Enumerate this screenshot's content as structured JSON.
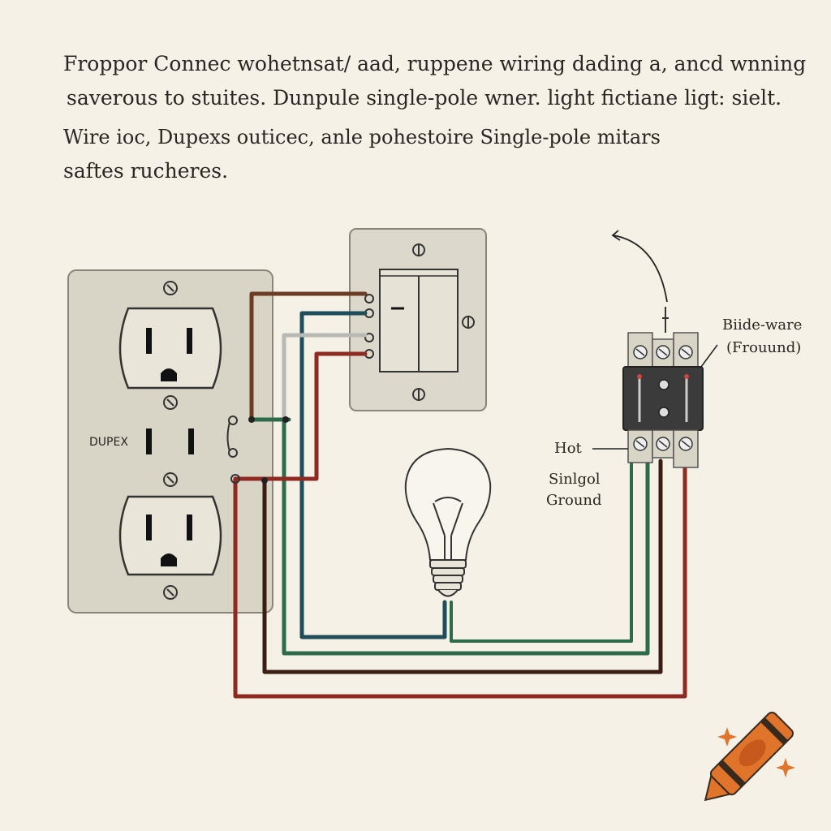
{
  "intro": {
    "line1": "Froppor Connec wohetnsat/ aad, ruppene wiring dading a, ancd wnning",
    "line2": "saverous to stuites. Dunpule single-pole wner. light fictiane ligt: sielt.",
    "line3": "Wire ioc, Dupexs outicec, anle pohestoire Single-pole mitars",
    "line4": "saftes rucheres."
  },
  "labels": {
    "outlet": "DUPEX",
    "breaker_top": "Biide-ware",
    "breaker_sub": "(Frouund)",
    "hot": "Hot",
    "single": "Sinlgol",
    "ground": "Ground"
  },
  "colors": {
    "background": "#f5f1e6",
    "plate": "#d8d4c6",
    "wire_red": "#8e2a22",
    "wire_green": "#2f6b4a",
    "wire_teal": "#1f4d5a",
    "wire_brown": "#6b3d26",
    "wire_dark": "#3a1e14",
    "wire_gray": "#b8b8b4",
    "crayon": "#e0742a"
  },
  "icons": [
    "outlet-icon",
    "switch-icon",
    "bulb-icon",
    "breaker-icon",
    "crayon-icon",
    "sparkle-icon"
  ]
}
